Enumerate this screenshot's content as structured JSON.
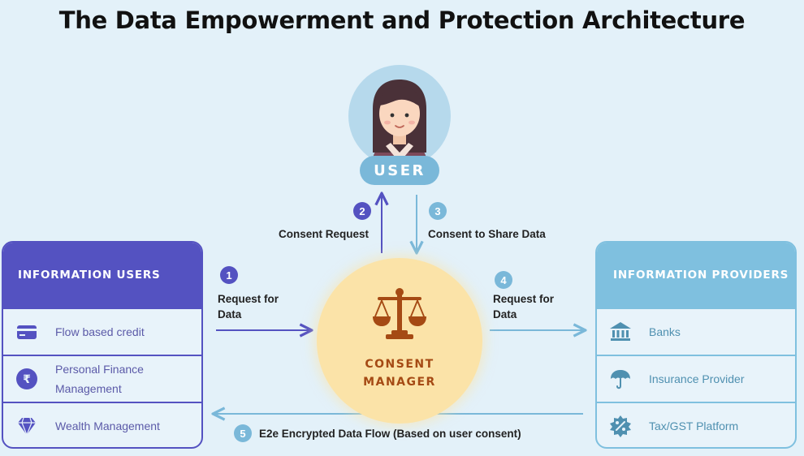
{
  "title": "The Data Empowerment and Protection Architecture",
  "user": {
    "label": "USER"
  },
  "consent_manager": {
    "line1": "CONSENT",
    "line2": "MANAGER"
  },
  "information_users": {
    "heading": "INFORMATION USERS",
    "items": [
      {
        "label": "Flow based credit",
        "icon": "credit-card-icon"
      },
      {
        "label": "Personal Finance\nManagement",
        "icon": "rupee-coin-icon"
      },
      {
        "label": "Wealth Management",
        "icon": "diamond-icon"
      }
    ]
  },
  "information_providers": {
    "heading": "INFORMATION PROVIDERS",
    "items": [
      {
        "label": "Banks",
        "icon": "bank-icon"
      },
      {
        "label": "Insurance Provider",
        "icon": "umbrella-icon"
      },
      {
        "label": "Tax/GST Platform",
        "icon": "tax-percent-icon"
      }
    ]
  },
  "steps": [
    {
      "num": "1",
      "text": "Request for\nData"
    },
    {
      "num": "2",
      "text": "Consent Request"
    },
    {
      "num": "3",
      "text": "Consent to Share Data"
    },
    {
      "num": "4",
      "text": "Request for\nData"
    },
    {
      "num": "5",
      "text": "E2e Encrypted Data Flow (Based on user consent)"
    }
  ],
  "colors": {
    "background": "#e3f1f9",
    "users_accent": "#5452c1",
    "providers_accent": "#7fc0df",
    "consent_manager_fill": "#fbe3a8",
    "consent_manager_text": "#a54a14",
    "step_dark": "#5452c1",
    "step_light": "#7ab8d9"
  }
}
